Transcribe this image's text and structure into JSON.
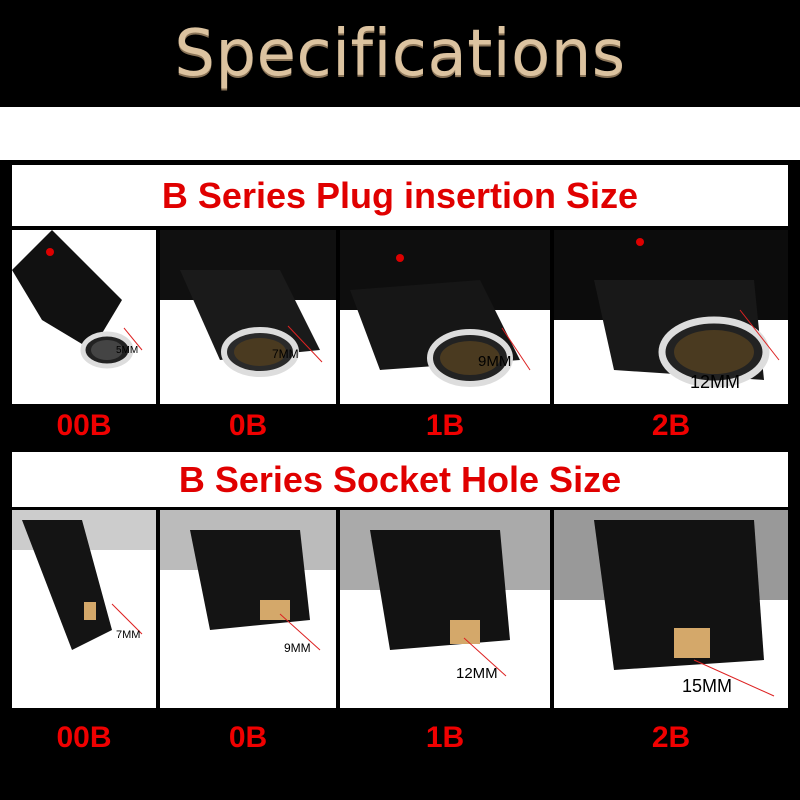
{
  "header": {
    "title": "Specifications"
  },
  "plug_section": {
    "title": "B Series Plug insertion Size",
    "items": [
      {
        "model": "00B",
        "size": "5MM"
      },
      {
        "model": "0B",
        "size": "7MM"
      },
      {
        "model": "1B",
        "size": "9MM"
      },
      {
        "model": "2B",
        "size": "12MM"
      }
    ]
  },
  "socket_section": {
    "title": "B Series Socket Hole Size",
    "items": [
      {
        "model": "00B",
        "size": "7MM"
      },
      {
        "model": "0B",
        "size": "9MM"
      },
      {
        "model": "1B",
        "size": "12MM"
      },
      {
        "model": "2B",
        "size": "15MM"
      }
    ]
  },
  "colors": {
    "header_text": "#dcc3a0",
    "accent_red": "#e00000",
    "frame": "#000000"
  }
}
